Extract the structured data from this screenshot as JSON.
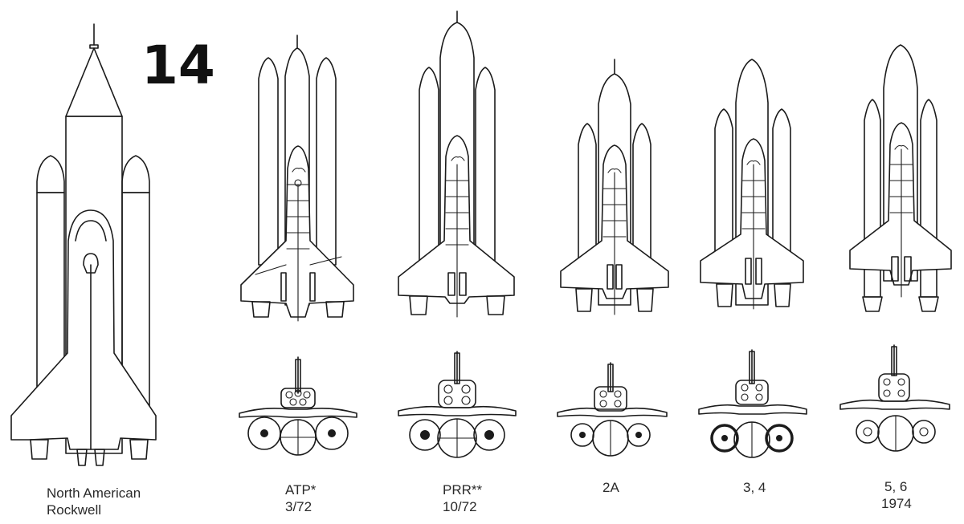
{
  "figure_number": "14",
  "configurations": [
    {
      "line1": "North American",
      "line2": "Rockwell"
    },
    {
      "line1": "ATP*",
      "line2": "3/72"
    },
    {
      "line1": "PRR**",
      "line2": "10/72"
    },
    {
      "line1": "2A",
      "line2": ""
    },
    {
      "line1": "3, 4",
      "line2": ""
    },
    {
      "line1": "5, 6",
      "line2": "1974"
    }
  ],
  "colors": {
    "ink": "#1b1b1b",
    "background": "#ffffff"
  }
}
